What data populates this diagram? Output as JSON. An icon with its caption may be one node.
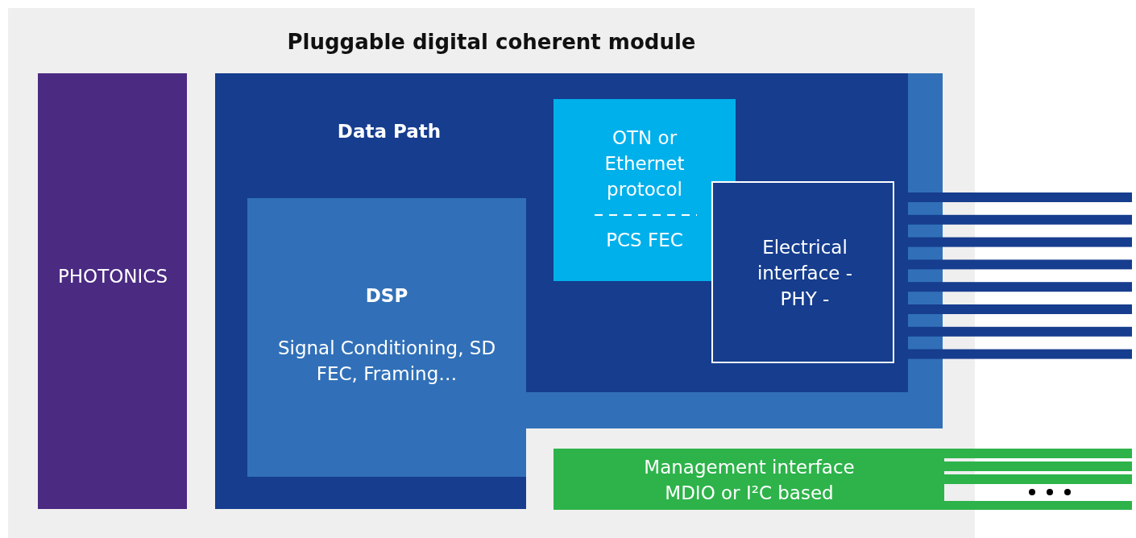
{
  "diagram": {
    "nodes": [
      {
        "text": [
          "Pluggable digital coherent module"
        ]
      },
      {
        "text": [
          "PHOTONICS"
        ],
        "in": 0
      },
      {
        "text": [
          "Data Path"
        ],
        "in": 0
      },
      {
        "text": [
          "DSP",
          "Signal Conditioning, SD FEC, Framing…"
        ],
        "in": 2
      },
      {
        "text": [
          "OTN or Ethernet protocol",
          "PCS FEC"
        ],
        "in": 2
      },
      {
        "text": [
          "Electrical interface - PHY -"
        ],
        "in": 2
      },
      {
        "text": [
          "Management interface MDIO or I²C based"
        ],
        "in": 0
      }
    ]
  }
}
